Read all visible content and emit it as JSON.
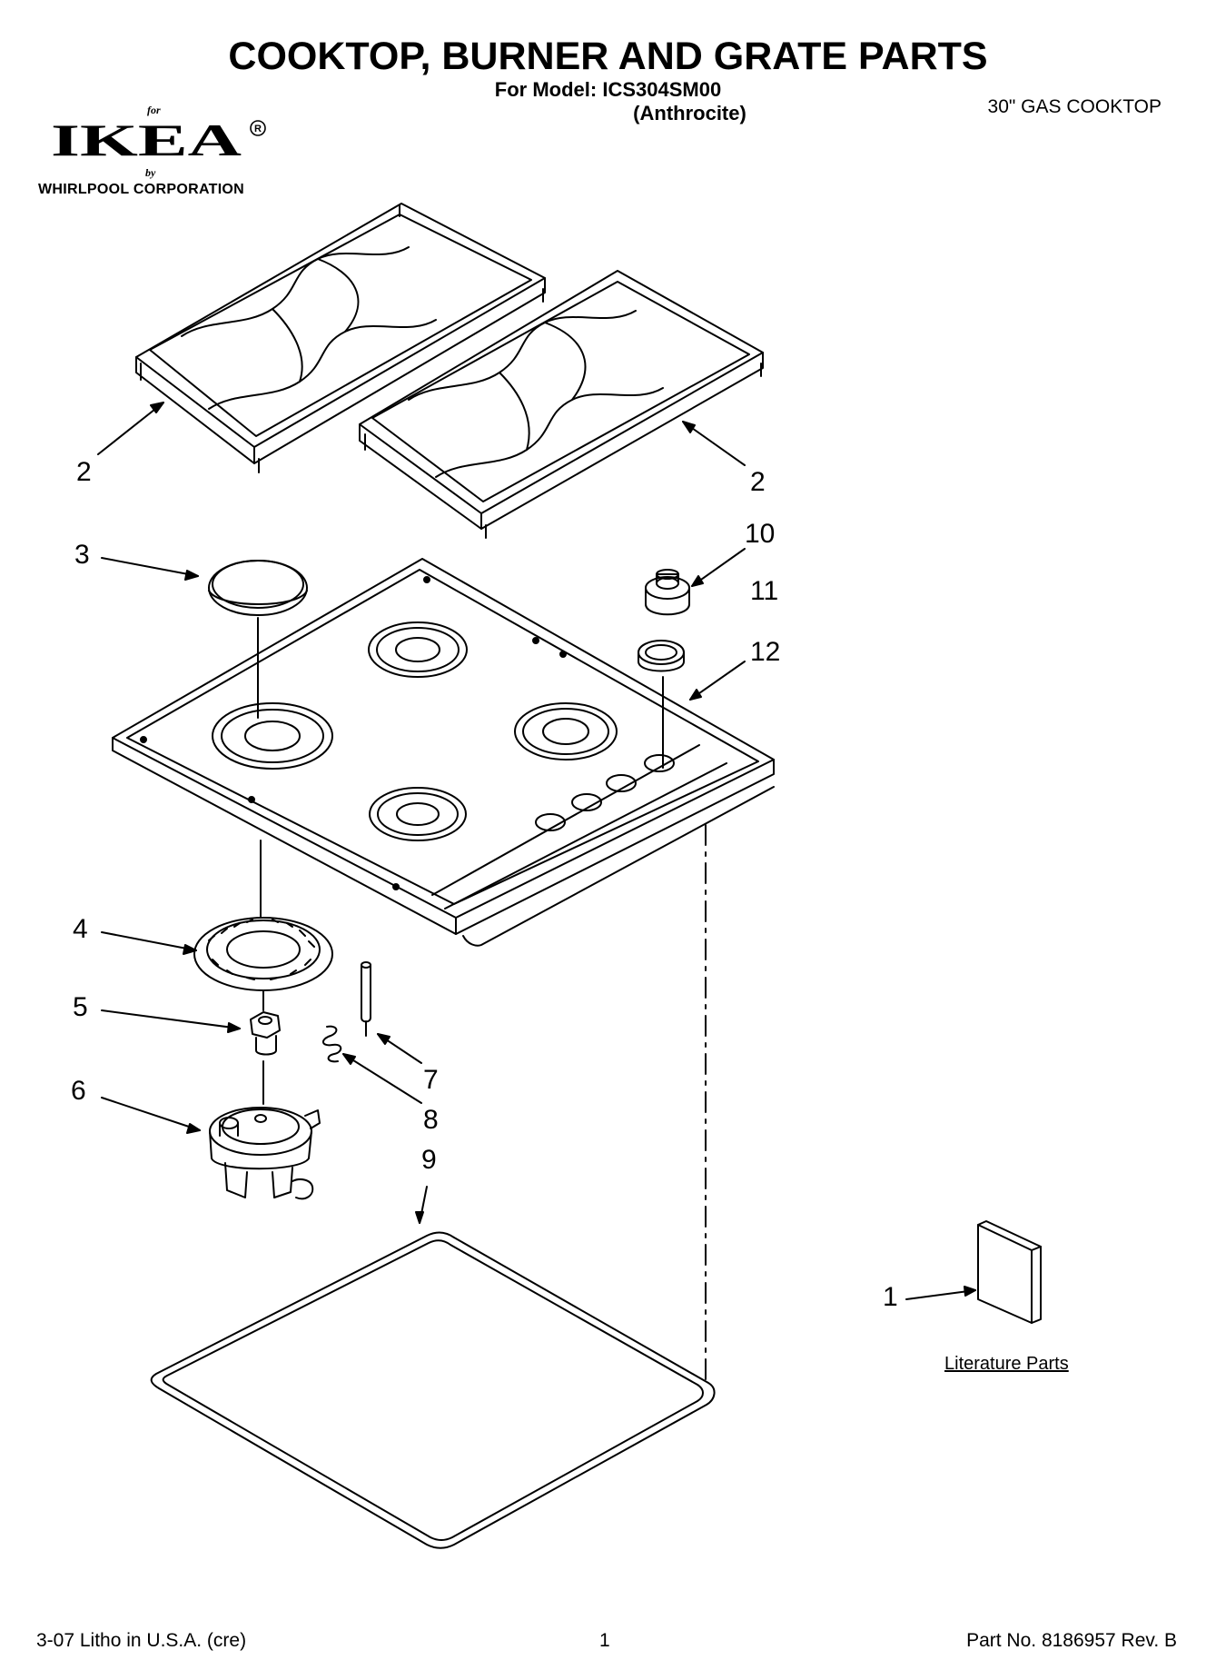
{
  "header": {
    "title": "COOKTOP, BURNER AND GRATE PARTS",
    "model_line": "For Model: ICS304SM00",
    "finish": "(Anthrocite)",
    "product": "30\" GAS COOKTOP"
  },
  "brand": {
    "for": "for",
    "name": "IKEA",
    "by": "by",
    "corporation": "WHIRLPOOL CORPORATION"
  },
  "callouts": [
    {
      "id": "c2a",
      "label": "2"
    },
    {
      "id": "c2b",
      "label": "2"
    },
    {
      "id": "c3",
      "label": "3"
    },
    {
      "id": "c10",
      "label": "10"
    },
    {
      "id": "c11",
      "label": "11"
    },
    {
      "id": "c12",
      "label": "12"
    },
    {
      "id": "c4",
      "label": "4"
    },
    {
      "id": "c5",
      "label": "5"
    },
    {
      "id": "c6",
      "label": "6"
    },
    {
      "id": "c7",
      "label": "7"
    },
    {
      "id": "c8",
      "label": "8"
    },
    {
      "id": "c9",
      "label": "9"
    },
    {
      "id": "c1",
      "label": "1"
    }
  ],
  "literature_label": "Literature Parts",
  "footer": {
    "left": "3-07 Litho in U.S.A. (cre)",
    "center": "1",
    "right": "Part No. 8186957 Rev. B"
  }
}
